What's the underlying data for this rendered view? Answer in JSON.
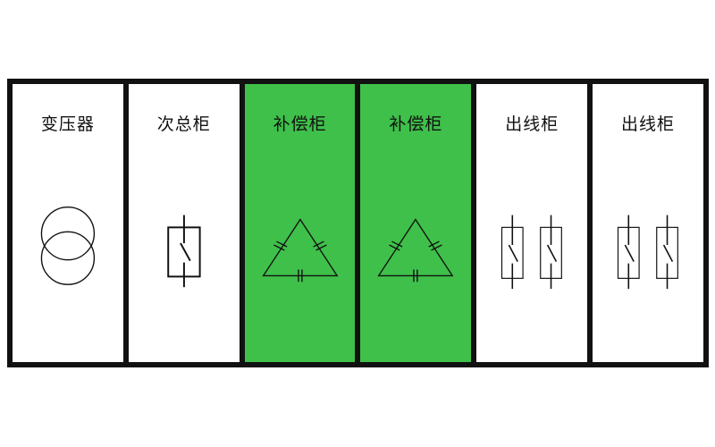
{
  "diagram": {
    "cabinets": [
      {
        "label": "变压器",
        "symbol": "transformer-icon",
        "fill": "#ffffff"
      },
      {
        "label": "次总柜",
        "symbol": "breaker-icon",
        "fill": "#ffffff"
      },
      {
        "label": "补偿柜",
        "symbol": "capacitor-delta-icon",
        "fill": "#3fc04a"
      },
      {
        "label": "补偿柜",
        "symbol": "capacitor-delta-icon",
        "fill": "#3fc04a"
      },
      {
        "label": "出线柜",
        "symbol": "double-breaker-icon",
        "fill": "#ffffff"
      },
      {
        "label": "出线柜",
        "symbol": "double-breaker-icon",
        "fill": "#ffffff"
      }
    ],
    "colors": {
      "frame": "#111111",
      "compensation": "#3fc04a",
      "plain": "#ffffff"
    }
  }
}
